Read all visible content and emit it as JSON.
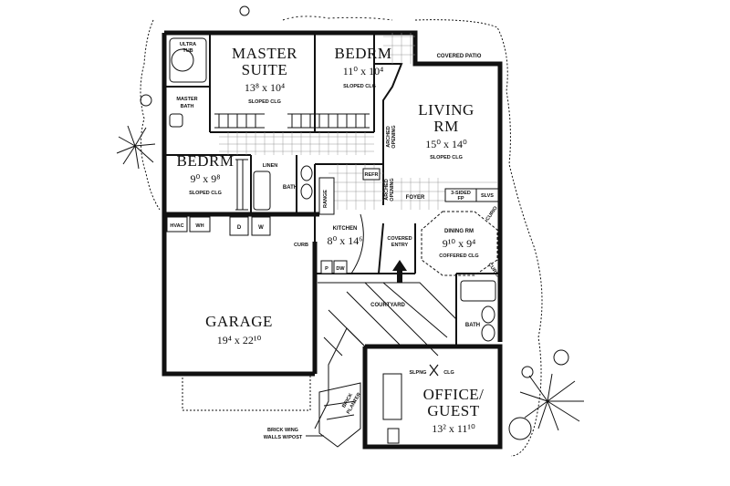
{
  "rooms": {
    "master_suite": {
      "line1": "MASTER",
      "line2": "SUITE",
      "dim": "13⁸ x 10⁴",
      "note": "SLOPED CLG"
    },
    "bedroom_1": {
      "label": "BEDRM",
      "dim": "11⁰ x 10⁴",
      "note": "SLOPED CLG"
    },
    "covered_patio": {
      "label": "COVERED PATIO"
    },
    "living": {
      "line1": "LIVING",
      "line2": "RM",
      "dim": "15⁰ x 14⁰",
      "note": "SLOPED CLG"
    },
    "bedroom_2": {
      "label": "BEDRM",
      "dim": "9⁰ x 9⁸",
      "note": "SLOPED CLG"
    },
    "master_bath": {
      "line1": "MASTER",
      "line2": "BATH"
    },
    "ultra_tub": {
      "line1": "ULTRA",
      "line2": "TUB"
    },
    "bath_1": {
      "label": "BATH"
    },
    "linen": {
      "label": "LINEN"
    },
    "refrigerator": {
      "label": "REFR"
    },
    "range": {
      "label": "RANGE"
    },
    "foyer": {
      "label": "FOYER"
    },
    "arched_opening_1": {
      "line1": "ARCHED",
      "line2": "OPENING"
    },
    "arched_opening_2": {
      "line1": "ARCHED",
      "line2": "OPENING"
    },
    "fireplace": {
      "line1": "3-SIDED",
      "line2": "FP"
    },
    "shelves": {
      "label": "SLVS"
    },
    "kitchen": {
      "label": "KITCHEN",
      "dim": "8⁰ x 14⁶"
    },
    "covered_entry": {
      "line1": "COVERED",
      "line2": "ENTRY"
    },
    "dining": {
      "label": "DINING RM",
      "dim": "9¹⁰ x 9⁴",
      "note": "COFFERED CLG"
    },
    "curio_1": {
      "label": "CURIO"
    },
    "curio_2": {
      "label": "CURIO"
    },
    "hvac": {
      "label": "HVAC"
    },
    "water_heater": {
      "label": "WH"
    },
    "dryer": {
      "label": "D"
    },
    "washer": {
      "label": "W"
    },
    "curb": {
      "label": "CURB"
    },
    "pantry": {
      "label": "P"
    },
    "dishwasher": {
      "label": "DW"
    },
    "garage": {
      "label": "GARAGE",
      "dim": "19⁴ x 22¹⁰"
    },
    "courtyard": {
      "label": "COURTYARD"
    },
    "bath_2": {
      "label": "BATH"
    },
    "office": {
      "line1": "OFFICE/",
      "line2": "GUEST",
      "dim": "13² x 11¹⁰",
      "note_left": "SLPNG",
      "note_right": "CLG"
    },
    "brick_planter": {
      "line1": "BRICK",
      "line2": "PLANTER"
    },
    "brick_wing": {
      "line1": "BRICK WING",
      "line2": "WALLS W/POST"
    }
  }
}
